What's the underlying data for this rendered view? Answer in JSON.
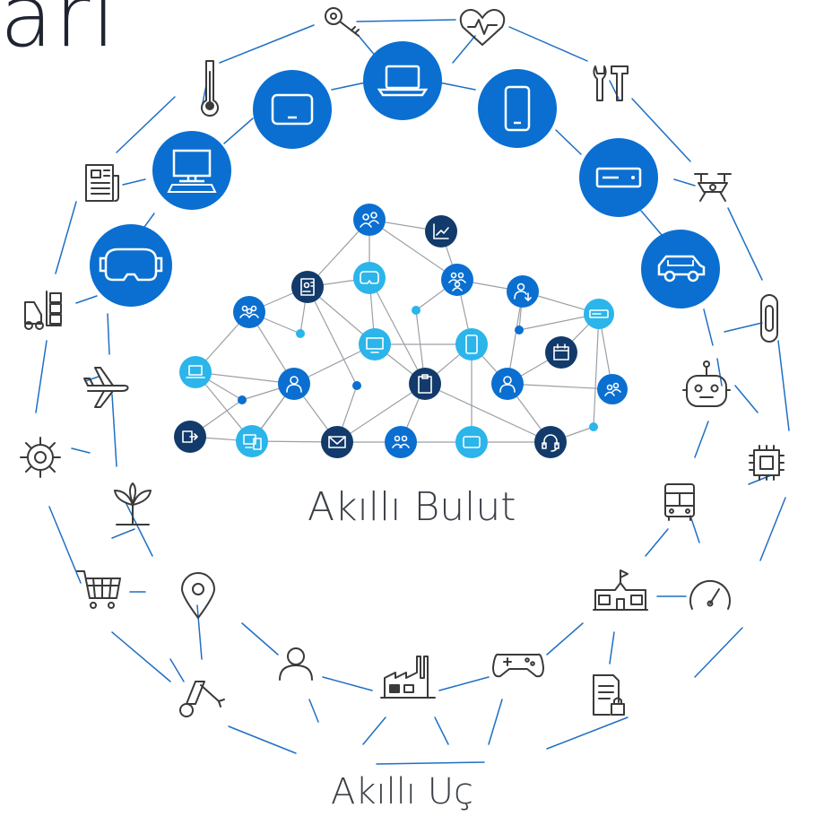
{
  "title_fragment": "arı",
  "labels": {
    "cloud": "Akıllı Bulut",
    "edge": "Akıllı Uç"
  },
  "colors": {
    "primary_blue": "#0a6fd0",
    "navy": "#123a6b",
    "light_blue": "#2bb5ea",
    "line": "#1f6fc4",
    "mesh_line": "#9aa0a6",
    "icon_stroke": "#3a3a3a"
  },
  "inner_ring_devices": [
    {
      "name": "vr-headset-icon"
    },
    {
      "name": "desktop-computer-icon"
    },
    {
      "name": "tablet-icon"
    },
    {
      "name": "laptop-icon"
    },
    {
      "name": "smartphone-icon"
    },
    {
      "name": "server-icon"
    },
    {
      "name": "car-icon"
    }
  ],
  "outer_ring_icons": [
    {
      "name": "key-icon"
    },
    {
      "name": "heart-rate-icon"
    },
    {
      "name": "tools-icon"
    },
    {
      "name": "drone-icon"
    },
    {
      "name": "wearable-band-icon"
    },
    {
      "name": "robot-icon"
    },
    {
      "name": "chip-icon"
    },
    {
      "name": "bus-icon"
    },
    {
      "name": "speedometer-icon"
    },
    {
      "name": "document-lock-icon"
    },
    {
      "name": "school-building-icon"
    },
    {
      "name": "gamepad-icon"
    },
    {
      "name": "factory-icon"
    },
    {
      "name": "user-icon"
    },
    {
      "name": "robotic-arm-icon"
    },
    {
      "name": "location-pin-icon"
    },
    {
      "name": "shopping-cart-icon"
    },
    {
      "name": "plant-icon"
    },
    {
      "name": "gear-icon"
    },
    {
      "name": "airplane-icon"
    },
    {
      "name": "forklift-icon"
    },
    {
      "name": "newspaper-icon"
    },
    {
      "name": "thermometer-icon"
    }
  ],
  "cloud_nodes": [
    {
      "name": "people-node-icon"
    },
    {
      "name": "chart-node-icon"
    },
    {
      "name": "contact-card-node-icon"
    },
    {
      "name": "vr-node-icon"
    },
    {
      "name": "group-node-icon"
    },
    {
      "name": "user-download-node-icon"
    },
    {
      "name": "people-node-icon"
    },
    {
      "name": "monitor-node-icon"
    },
    {
      "name": "phone-node-icon"
    },
    {
      "name": "router-node-icon"
    },
    {
      "name": "calendar-node-icon"
    },
    {
      "name": "laptop-node-icon"
    },
    {
      "name": "user-node-icon"
    },
    {
      "name": "clipboard-node-icon"
    },
    {
      "name": "user-node-icon"
    },
    {
      "name": "people-node-icon"
    },
    {
      "name": "exit-node-icon"
    },
    {
      "name": "devices-node-icon"
    },
    {
      "name": "mail-node-icon"
    },
    {
      "name": "group-node-icon"
    },
    {
      "name": "tablet-node-icon"
    },
    {
      "name": "headset-node-icon"
    }
  ]
}
